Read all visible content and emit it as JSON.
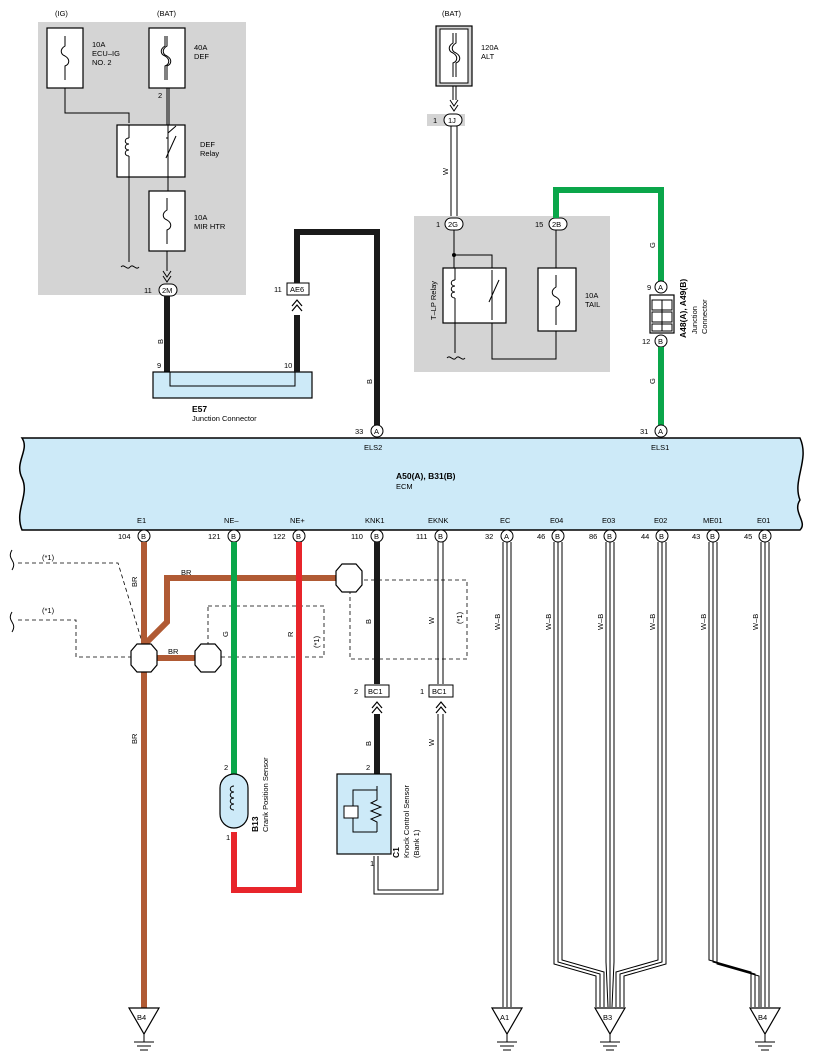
{
  "colors": {
    "black": "#1a1a1a",
    "green": "#0aa64a",
    "red": "#e8252b",
    "brown": "#b05a34",
    "ecu_fill": "#cdeaf8",
    "gray_box": "#d4d4d4"
  },
  "top_left": {
    "ig_label": "(IG)",
    "bat1_label": "(BAT)",
    "fuse1_amp": "10A",
    "fuse1_name1": "ECU–IG",
    "fuse1_name2": "NO. 2",
    "fuse2_amp": "40A",
    "fuse2_name": "DEF",
    "pin2": "2",
    "relay_name1": "DEF",
    "relay_name2": "Relay",
    "fuse3_amp": "10A",
    "fuse3_name": "MIR HTR",
    "conn_pin": "11",
    "conn_label": "2M"
  },
  "top_right": {
    "bat2_label": "(BAT)",
    "fuse_amp": "120A",
    "fuse_name": "ALT",
    "j1_pin": "1",
    "j1_label": "1J",
    "wire_w": "W",
    "g2_pin": "1",
    "g2_label": "2G",
    "b2_pin": "15",
    "b2_label": "2B",
    "relay_name": "T–LP Relay",
    "fuse_tail_amp": "10A",
    "fuse_tail_name": "TAIL"
  },
  "e57": {
    "ae_pin": "11",
    "ae_label": "AE6",
    "pin9": "9",
    "pin10": "10",
    "wire_b": "B",
    "id": "E57",
    "name": "Junction Connector"
  },
  "junction": {
    "wire_g": "G",
    "pin_a": "9",
    "pin_a_label": "A",
    "pin_b": "12",
    "pin_b_label": "B",
    "id": "A48(A), A49(B)",
    "name1": "Junction",
    "name2": "Connector"
  },
  "ecm": {
    "title": "A50(A), B31(B)",
    "name": "ECM",
    "els2": "ELS2",
    "els2_pin": "33",
    "els2_conn": "A",
    "els1": "ELS1",
    "els1_pin": "31",
    "els1_conn": "A",
    "terminals": [
      {
        "name": "E1",
        "pin": "104",
        "conn": "B"
      },
      {
        "name": "NE–",
        "pin": "121",
        "conn": "B"
      },
      {
        "name": "NE+",
        "pin": "122",
        "conn": "B"
      },
      {
        "name": "KNK1",
        "pin": "110",
        "conn": "B"
      },
      {
        "name": "EKNK",
        "pin": "111",
        "conn": "B"
      },
      {
        "name": "EC",
        "pin": "32",
        "conn": "A"
      },
      {
        "name": "E04",
        "pin": "46",
        "conn": "B"
      },
      {
        "name": "E03",
        "pin": "86",
        "conn": "B"
      },
      {
        "name": "E02",
        "pin": "44",
        "conn": "B"
      },
      {
        "name": "ME01",
        "pin": "43",
        "conn": "B"
      },
      {
        "name": "E01",
        "pin": "45",
        "conn": "B"
      }
    ]
  },
  "bottom": {
    "note": "(*1)",
    "wire_br": "BR",
    "wire_g": "G",
    "wire_r": "R",
    "wire_b": "B",
    "wire_w": "W",
    "wire_wb": "W–B",
    "bc1_pin2": "2",
    "bc1_pin1": "1",
    "bc1_label": "BC1",
    "sensor_pin2": "2",
    "sensor_pin1": "1",
    "crank_id": "B13",
    "crank_name": "Crank Position Sensor",
    "knock_id": "C1",
    "knock_name": "Knock Control Sensor",
    "knock_sub": "(Bank 1)",
    "ground_b4": "B4",
    "ground_a1": "A1",
    "ground_b3": "B3"
  }
}
